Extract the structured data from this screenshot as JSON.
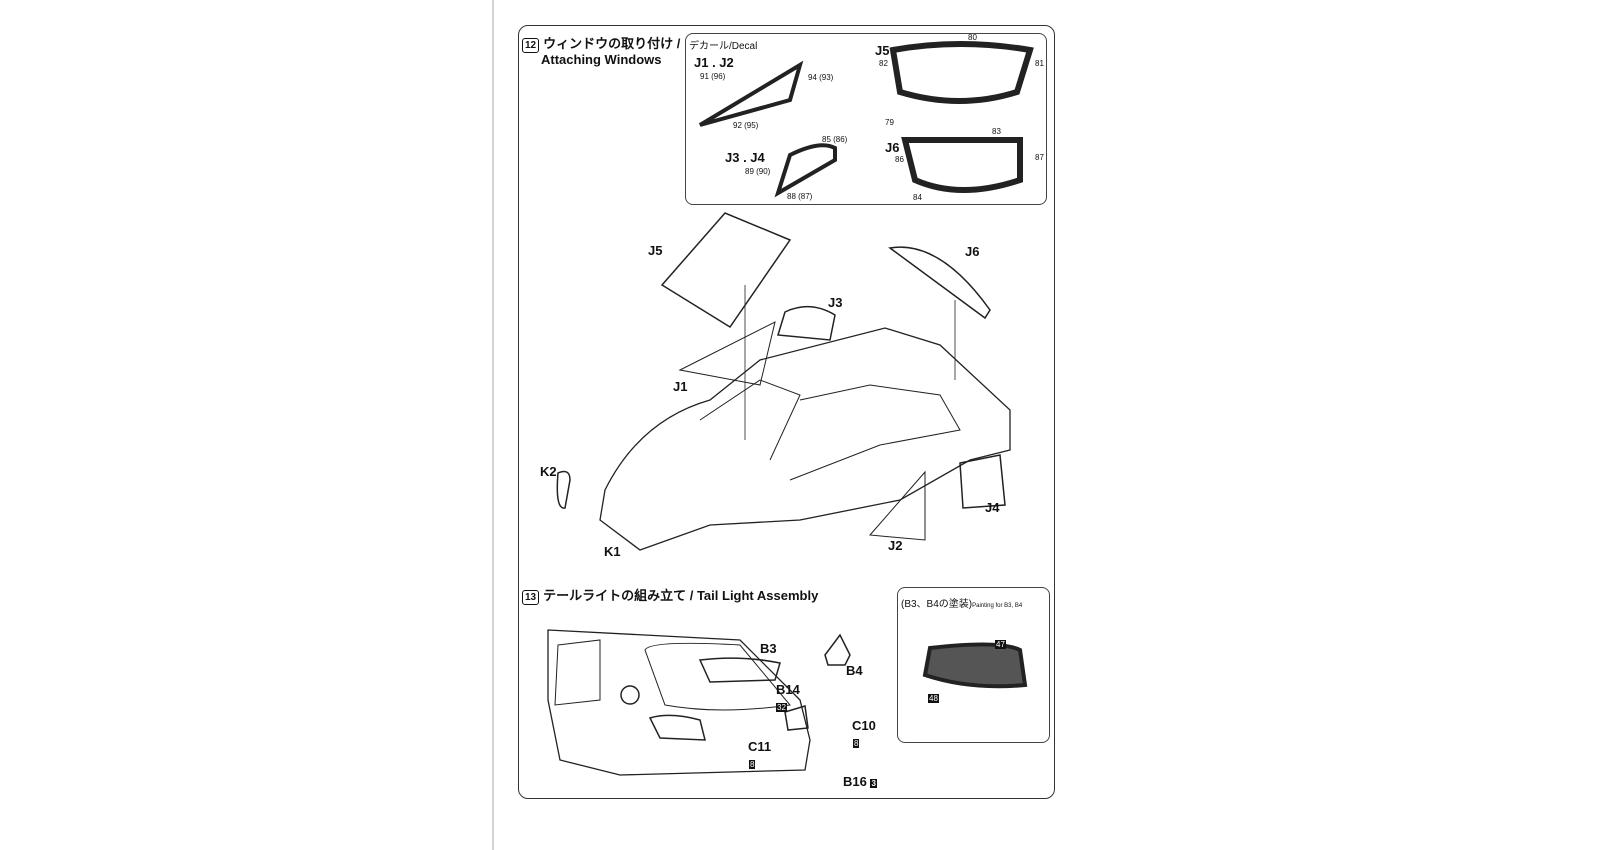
{
  "step12": {
    "number": "12",
    "title_jp": "ウィンドウの取り付け /",
    "title_en": "Attaching Windows",
    "decal": {
      "heading": "デカール/Decal",
      "j1j2": {
        "label": "J1 . J2",
        "marks": [
          "91 (96)",
          "94 (93)",
          "92 (95)"
        ]
      },
      "j3j4": {
        "label": "J3 . J4",
        "marks": [
          "85 (86)",
          "89 (90)",
          "88 (87)"
        ]
      },
      "j5": {
        "label": "J5",
        "marks": [
          "80",
          "82",
          "81",
          "79"
        ]
      },
      "j6": {
        "label": "J6",
        "marks": [
          "83",
          "86",
          "87",
          "84"
        ]
      }
    },
    "parts": {
      "j5": "J5",
      "j6": "J6",
      "j3": "J3",
      "j1": "J1",
      "k2": "K2",
      "j4": "J4",
      "j2": "J2",
      "k1": "K1"
    }
  },
  "step13": {
    "number": "13",
    "title": "テールライトの組み立て / Tail Light Assembly",
    "parts": {
      "b3": "B3",
      "b4": "B4",
      "b14": "B14",
      "b14_color": "32",
      "c10": "C10",
      "c10_color": "8",
      "c11": "C11",
      "c11_color": "8",
      "b16": "B16",
      "b16_color": "3"
    },
    "painting": {
      "heading": "(B3、B4の塗装)",
      "subheading": "Painting for B3, B4",
      "colors": [
        "47",
        "48"
      ]
    }
  }
}
